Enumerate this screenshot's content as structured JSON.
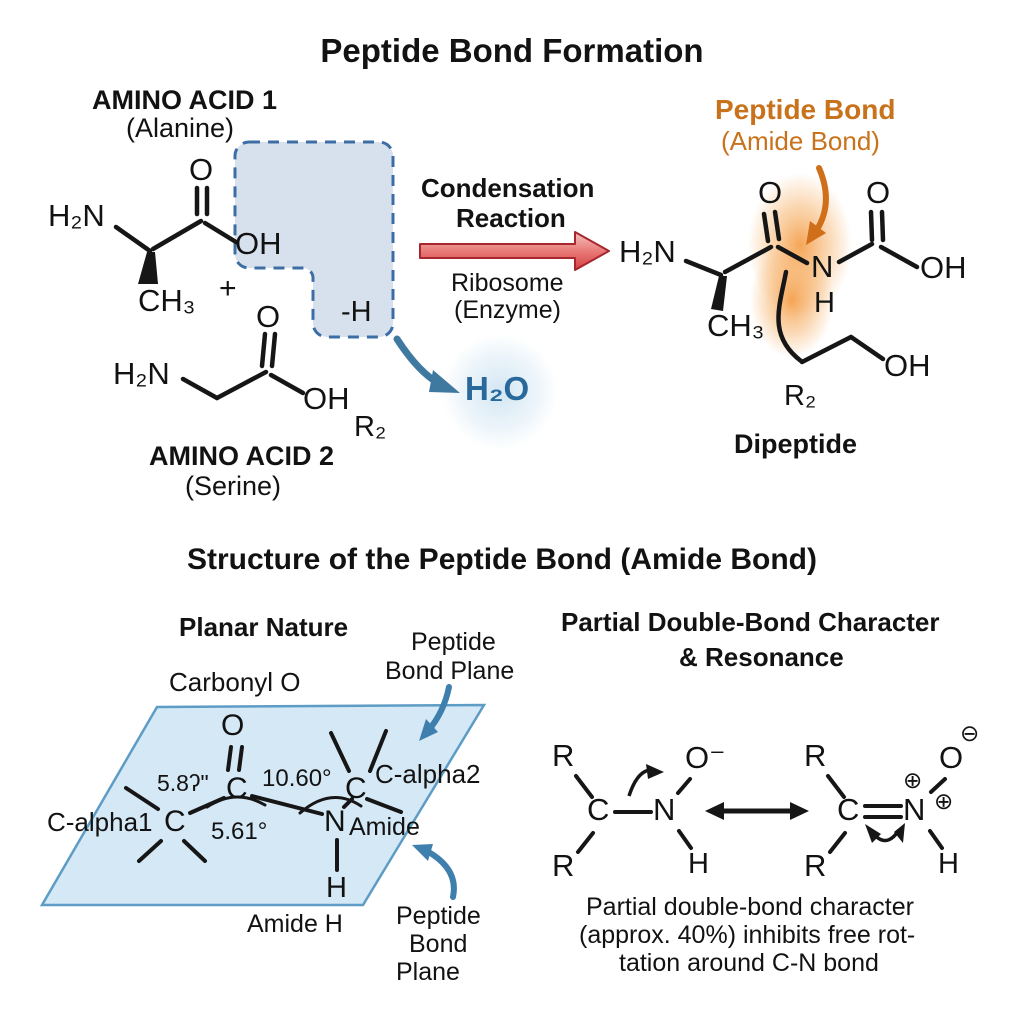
{
  "colors": {
    "accent_orange": "#c9721c",
    "water_blue": "#28689b",
    "arrow_blue": "#3f7fae",
    "arrow_red": "#d63f44",
    "plane_fill": "#cfe6f4",
    "highlight_fill": "#cdd9ea"
  },
  "top": {
    "title": "Peptide Bond Formation",
    "amino_acid_1": {
      "name": "AMINO ACID 1",
      "sub": "(Alanine)",
      "amine": "H₂N",
      "carbonyl_o": "O",
      "hydroxyl": "OH",
      "methyl": "CH₃"
    },
    "plus_sign": "+",
    "leaving_group": "-H",
    "reaction": {
      "line1": "Condensation",
      "line2": "Reaction",
      "enzyme1": "Ribosome",
      "enzyme2": "(Enzyme)"
    },
    "water": "H₂O",
    "amino_acid_2": {
      "name": "AMINO ACID 2",
      "sub": "(Serine)",
      "amine": "H₂N",
      "carbonyl_o": "O",
      "hydroxyl": "OH",
      "r_group": "R₂"
    },
    "peptide_bond": {
      "label": "Peptide Bond",
      "sub": "(Amide Bond)"
    },
    "dipeptide": {
      "amine": "H₂N",
      "o1": "O",
      "o2": "O",
      "n": "N",
      "nh": "H",
      "oh1": "OH",
      "oh2": "OH",
      "methyl": "CH₃",
      "r_group": "R₂",
      "caption": "Dipeptide"
    }
  },
  "bottom": {
    "title": "Structure of the Peptide Bond (Amide Bond)",
    "planar": {
      "heading": "Planar Nature",
      "plane_top_1": "Peptide",
      "plane_top_2": "Bond Plane",
      "carbonyl_label": "Carbonyl O",
      "o": "O",
      "angle_left": "5.8ʔ\"",
      "angle_top": "10.60°",
      "angle_bottom": "5.61°",
      "c_alpha1": "C-alpha1",
      "c_alpha2": "C-alpha2",
      "c1": "C",
      "c2": "C",
      "c3": "C",
      "n": "N",
      "n_label": "Amide",
      "h": "H",
      "amide_h": "Amide H",
      "plane_bottom_1": "Peptide",
      "plane_bottom_2": "Bond",
      "plane_bottom_3": "Plane"
    },
    "resonance": {
      "heading1": "Partial Double-Bond Character",
      "heading2": "& Resonance",
      "left": {
        "r1": "R",
        "r2": "R",
        "c": "C",
        "n": "N",
        "o": "O⁻",
        "h": "H"
      },
      "right": {
        "r1": "R",
        "r2": "R",
        "c": "C",
        "n": "N",
        "o": "O",
        "h": "H",
        "plus1": "⊕",
        "plus2": "⊕",
        "minus": "⊖"
      },
      "caption1": "Partial double-bond character",
      "caption2": "(approx. 40%) inhibits free rot-",
      "caption3": "tation around C-N bond"
    }
  }
}
